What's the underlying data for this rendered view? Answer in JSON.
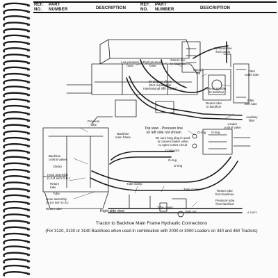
{
  "header": {
    "left": {
      "ref_label": "REF.\nNO.",
      "part_label": "PART\nNUMBER",
      "desc_label": "DESCRIPTION"
    },
    "right": {
      "ref_label": "REF.\nNO.",
      "part_label": "PART\nNUMBER",
      "desc_label": "DESCRIPTION"
    }
  },
  "diagram": {
    "labels": {
      "pressure_line_from_pump": "Pressure line\nfrom pump",
      "low_pressure_hose": "Low pressure\nhose",
      "high_pressure_hose": "High-pressure\nhose",
      "return_line_to_reservoir": "Return line\nto reservoir",
      "special_tee": "Special\ntee",
      "elbow_90": "90 Degree elbow\n(Not required for\nInternational 460 Tractor)",
      "filter_outlet_tube": "Filter\noutlet tube",
      "pressure_tube_to_backhoe": "Pressure tube\nto backhoe",
      "return_tube_to_backhoe": "Return tube\nto backhoe",
      "filter_inlet_tube": "Filter\ninlet tube",
      "auxiliary_filter": "Auxiliary\nfilter",
      "pressure_tube": "Pressure\ntube",
      "loader_control_valve": "Loader\ncontrol valve",
      "top_view_title": "Top view - Pressure line\non left side not shown",
      "same_long_plug": "Be sure long plug is used\nto convert loader valve\nto open center circuit",
      "o_ring_1": "O-ring",
      "o_ring_2": "O-ring",
      "o_ring_3": "O-ring",
      "o_ring_4": "O-ring",
      "connector": "Connector",
      "backhoe_main_frame": "Backhoe\nmain frame",
      "backhoe_control_valves": "Backhoe\ncontrol valves",
      "clamp": "Clamp",
      "hose_assembly_upper": "Hose assembly\n(1-1/4 inch O.D.)",
      "return_tube": "Return\ntube",
      "tube": "Tube",
      "hose_assembly_lower": "Hose assembly\n(1-1/4 inch O.D.)",
      "return_tube_lower": "Return tube",
      "tube_clamp_1": "Tube clamp",
      "tube_clamp_2": "Tube clamp",
      "tube_clamp_3": "Tube clamp",
      "return_tube_from_backhoe": "Return tube\nfrom backhoe",
      "pressure_tube_from_backhoe": "Pressure tube\nfrom backhoe",
      "tank_nut": "Tank nut",
      "right_side_view": "Right side view",
      "figure_code": "A-15873"
    }
  },
  "caption": {
    "title": "Tractor to Backhoe Main Frame Hydraulic Connections",
    "subtitle": "(For 3120, 3130 or 3140 Backhoes when used in combination with 2000 or 3000 Loaders on 340 and 460 Tractors)"
  }
}
